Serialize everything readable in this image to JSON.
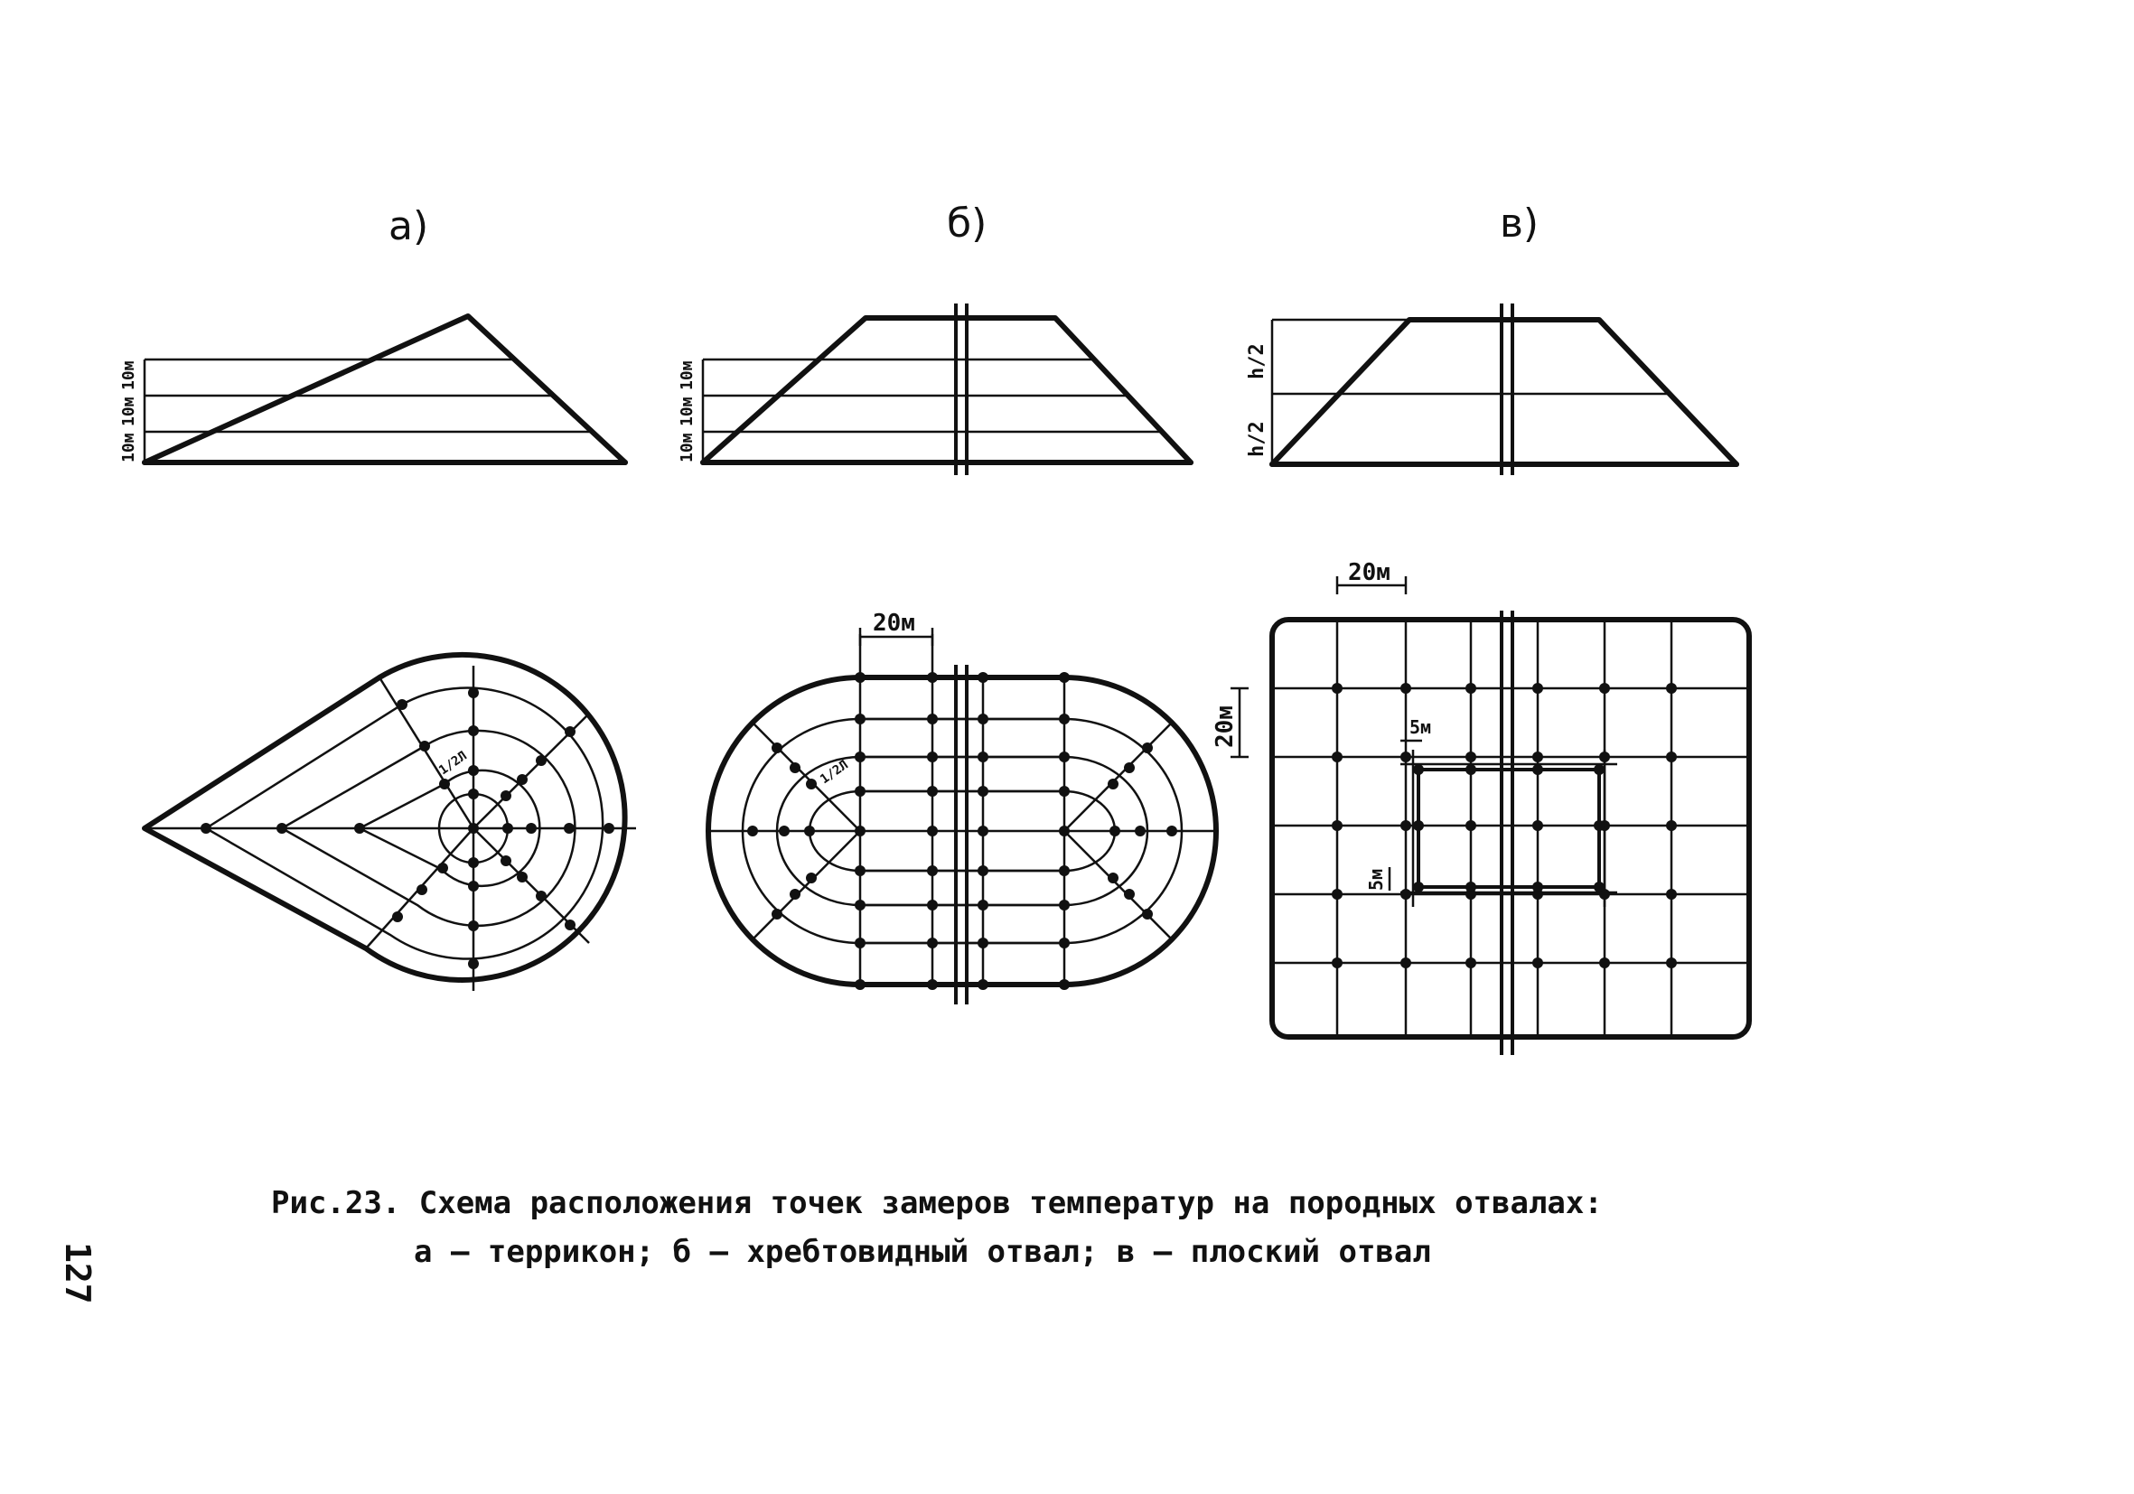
{
  "figure": {
    "panels": [
      {
        "label": "а)",
        "section_dims": [
          "10м",
          "10м",
          "10м"
        ],
        "plan_dim": "1/2Л"
      },
      {
        "label": "б)",
        "section_dims": [
          "10м",
          "10м",
          "10м"
        ],
        "plan_dims": [
          "20м",
          "1/2Л"
        ]
      },
      {
        "label": "в)",
        "section_dims": [
          "h/2",
          "h/2"
        ],
        "plan_dims": [
          "20м",
          "20м",
          "5м",
          "5м"
        ]
      }
    ]
  },
  "caption": {
    "line1": "Рис.23. Схема расположения точек замеров температур на породных отвалах:",
    "line2": "а – террикон; б – хребтовидный отвал; в – плоский отвал"
  },
  "page_number": "127"
}
